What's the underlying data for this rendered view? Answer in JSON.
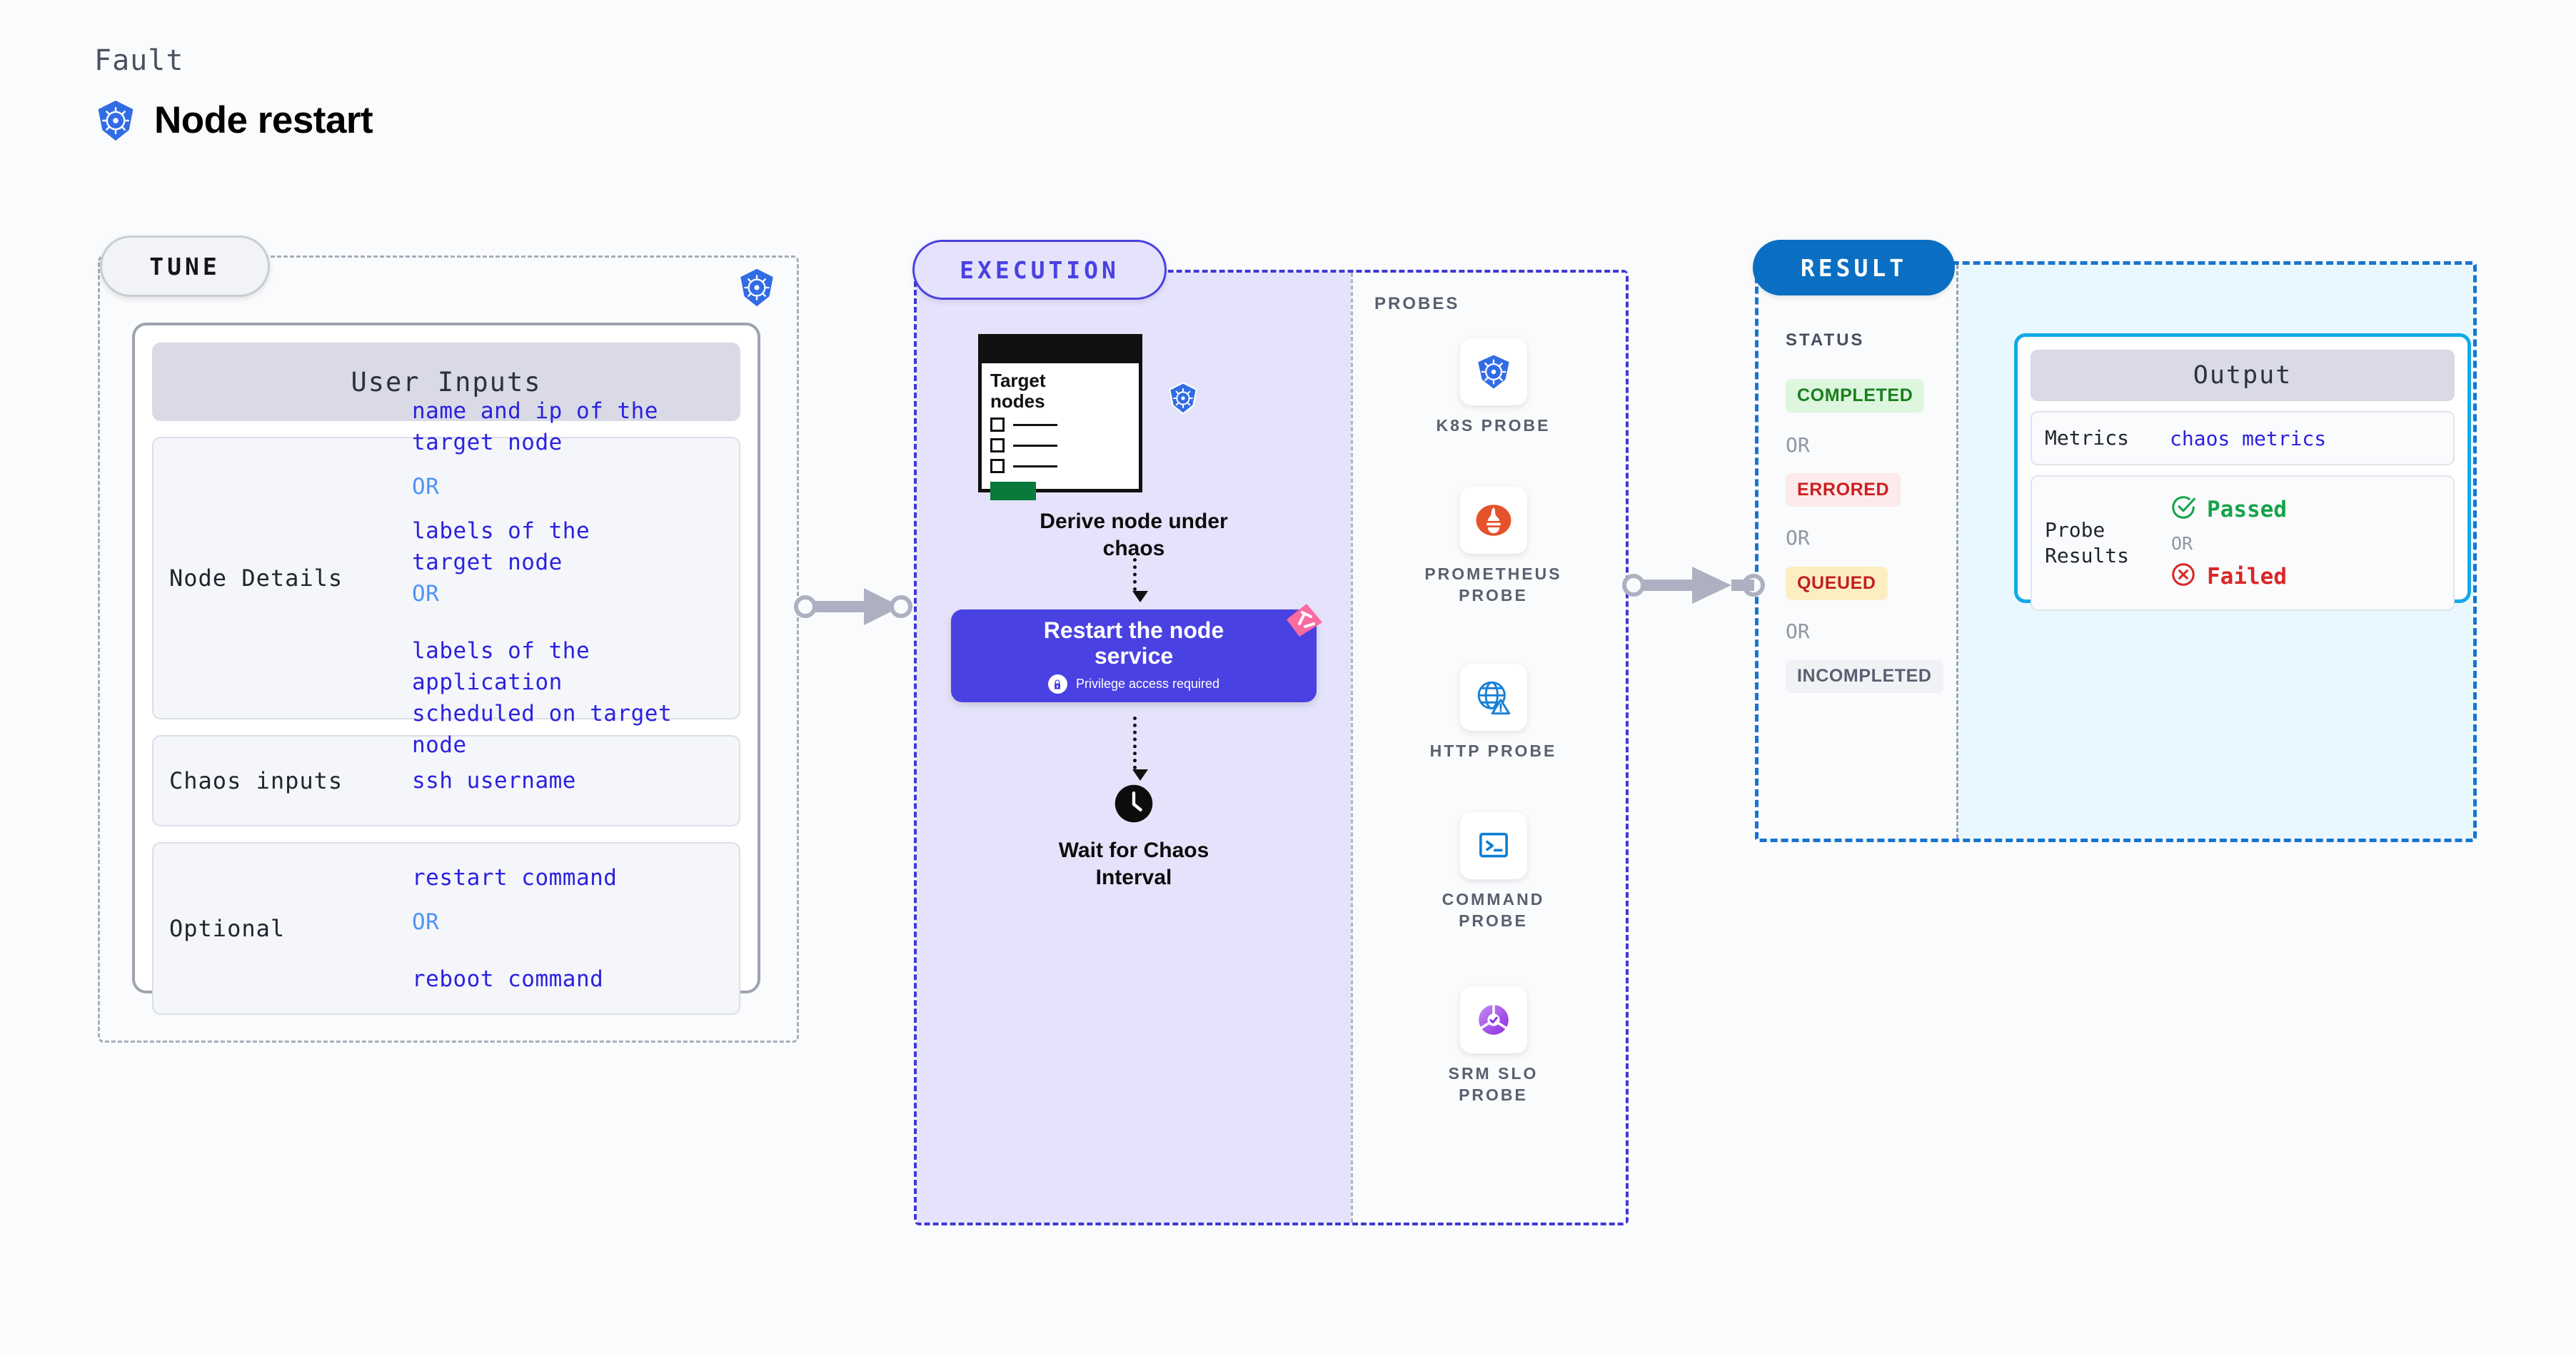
{
  "header": {
    "kicker": "Fault",
    "title": "Node restart",
    "icon": "kubernetes-icon"
  },
  "tune": {
    "pill_label": "TUNE",
    "corner_icon": "kubernetes-icon",
    "card_title": "User Inputs",
    "rows": [
      {
        "key": "Node Details",
        "values": [
          "name and ip of the target node",
          "labels of the application scheduled on target node"
        ],
        "value_line_1": "name and ip of the",
        "value_line_2": "target node",
        "or_1": "OR",
        "value_line_3": "labels of the",
        "value_line_4": "target node",
        "or_2": "OR",
        "value_line_5": "labels of the application",
        "value_line_6": " scheduled on target node"
      },
      {
        "key": "Chaos inputs",
        "value_line_1": "ssh username"
      },
      {
        "key": "Optional",
        "value_line_1": "restart command",
        "or_1": "OR",
        "value_line_2": "reboot command"
      }
    ]
  },
  "execution": {
    "pill_label": "EXECUTION",
    "target_card": {
      "title_line_1": "Target",
      "title_line_2": "nodes",
      "icon": "kubernetes-icon"
    },
    "derive_label_line_1": "Derive node under",
    "derive_label_line_2": "chaos",
    "restart_card": {
      "title_line_1": "Restart the node",
      "title_line_2": "service",
      "note": "Privilege access required",
      "note_icon": "lock-icon",
      "ribbon_icon": "fault-ribbon-icon"
    },
    "wait": {
      "icon": "clock-icon",
      "label_line_1": "Wait for Chaos",
      "label_line_2": "Interval"
    },
    "probes_title": "PROBES",
    "probes": [
      {
        "icon": "kubernetes-icon",
        "label_line_1": "K8S PROBE",
        "label_line_2": ""
      },
      {
        "icon": "prometheus-icon",
        "label_line_1": "PROMETHEUS",
        "label_line_2": "PROBE"
      },
      {
        "icon": "globe-warning-icon",
        "label_line_1": "HTTP PROBE",
        "label_line_2": ""
      },
      {
        "icon": "terminal-icon",
        "label_line_1": "COMMAND",
        "label_line_2": "PROBE"
      },
      {
        "icon": "srm-slo-icon",
        "label_line_1": "SRM SLO",
        "label_line_2": "PROBE"
      }
    ]
  },
  "result": {
    "pill_label": "RESULT",
    "status_title": "STATUS",
    "or_label": "OR",
    "statuses": [
      {
        "label": "COMPLETED",
        "bg": "#def5de",
        "fg": "#17801c"
      },
      {
        "label": "ERRORED",
        "bg": "#fdeaea",
        "fg": "#cb1f1f"
      },
      {
        "label": "QUEUED",
        "bg": "#fdeec2",
        "fg": "#c21f1f"
      },
      {
        "label": "INCOMPLETED",
        "bg": "#f1f2f6",
        "fg": "#5a6070"
      }
    ],
    "output": {
      "title": "Output",
      "metrics_key": "Metrics",
      "metrics_value": "chaos metrics",
      "probe_key_line_1": "Probe",
      "probe_key_line_2": "Results",
      "passed_label": "Passed",
      "passed_icon": "check-circle-icon",
      "or_label": "OR",
      "failed_label": "Failed",
      "failed_icon": "x-circle-icon"
    }
  },
  "connectors": [
    {
      "name": "tune-to-execution-arrow",
      "icon": "arrow-right-icon"
    },
    {
      "name": "execution-to-result-arrow",
      "icon": "arrow-right-icon"
    }
  ],
  "colors": {
    "kubernetes_blue": "#326ce5",
    "execution_purple": "#4a41e2",
    "execution_bg": "#e4e3fb",
    "result_blue": "#0a6fc2",
    "result_bg": "#e9f8fe",
    "output_border": "#12a9e8",
    "value_blue": "#2b22e0",
    "or_blue": "#4f93f7",
    "ribbon_pink": "#fa6ba0"
  }
}
